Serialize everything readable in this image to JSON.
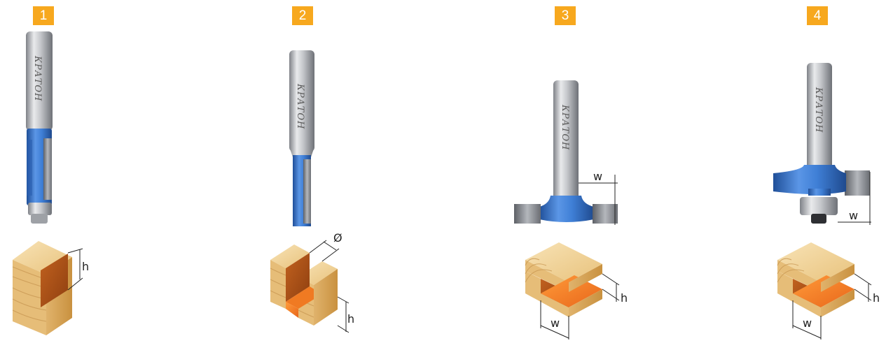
{
  "colors": {
    "badge": "#f7a81e",
    "blue": "#3f7fd6",
    "blue_dark": "#24549e",
    "steel": "#c9cbcf",
    "steel_dark": "#8a8d93",
    "wood_light": "#f1d49b",
    "wood_mid": "#e2b66e",
    "wood_dark": "#c48d43",
    "cut_brown": "#b4561a",
    "cut_orange": "#f07a22"
  },
  "brand": "КРАТОН",
  "panels": [
    {
      "number": "1",
      "labels": {
        "h": "h"
      }
    },
    {
      "number": "2",
      "labels": {
        "d": "Ø",
        "h": "h"
      }
    },
    {
      "number": "3",
      "labels": {
        "w_top": "w",
        "h": "h",
        "w": "w"
      }
    },
    {
      "number": "4",
      "labels": {
        "w_top": "w",
        "h": "h",
        "w": "w"
      }
    }
  ]
}
